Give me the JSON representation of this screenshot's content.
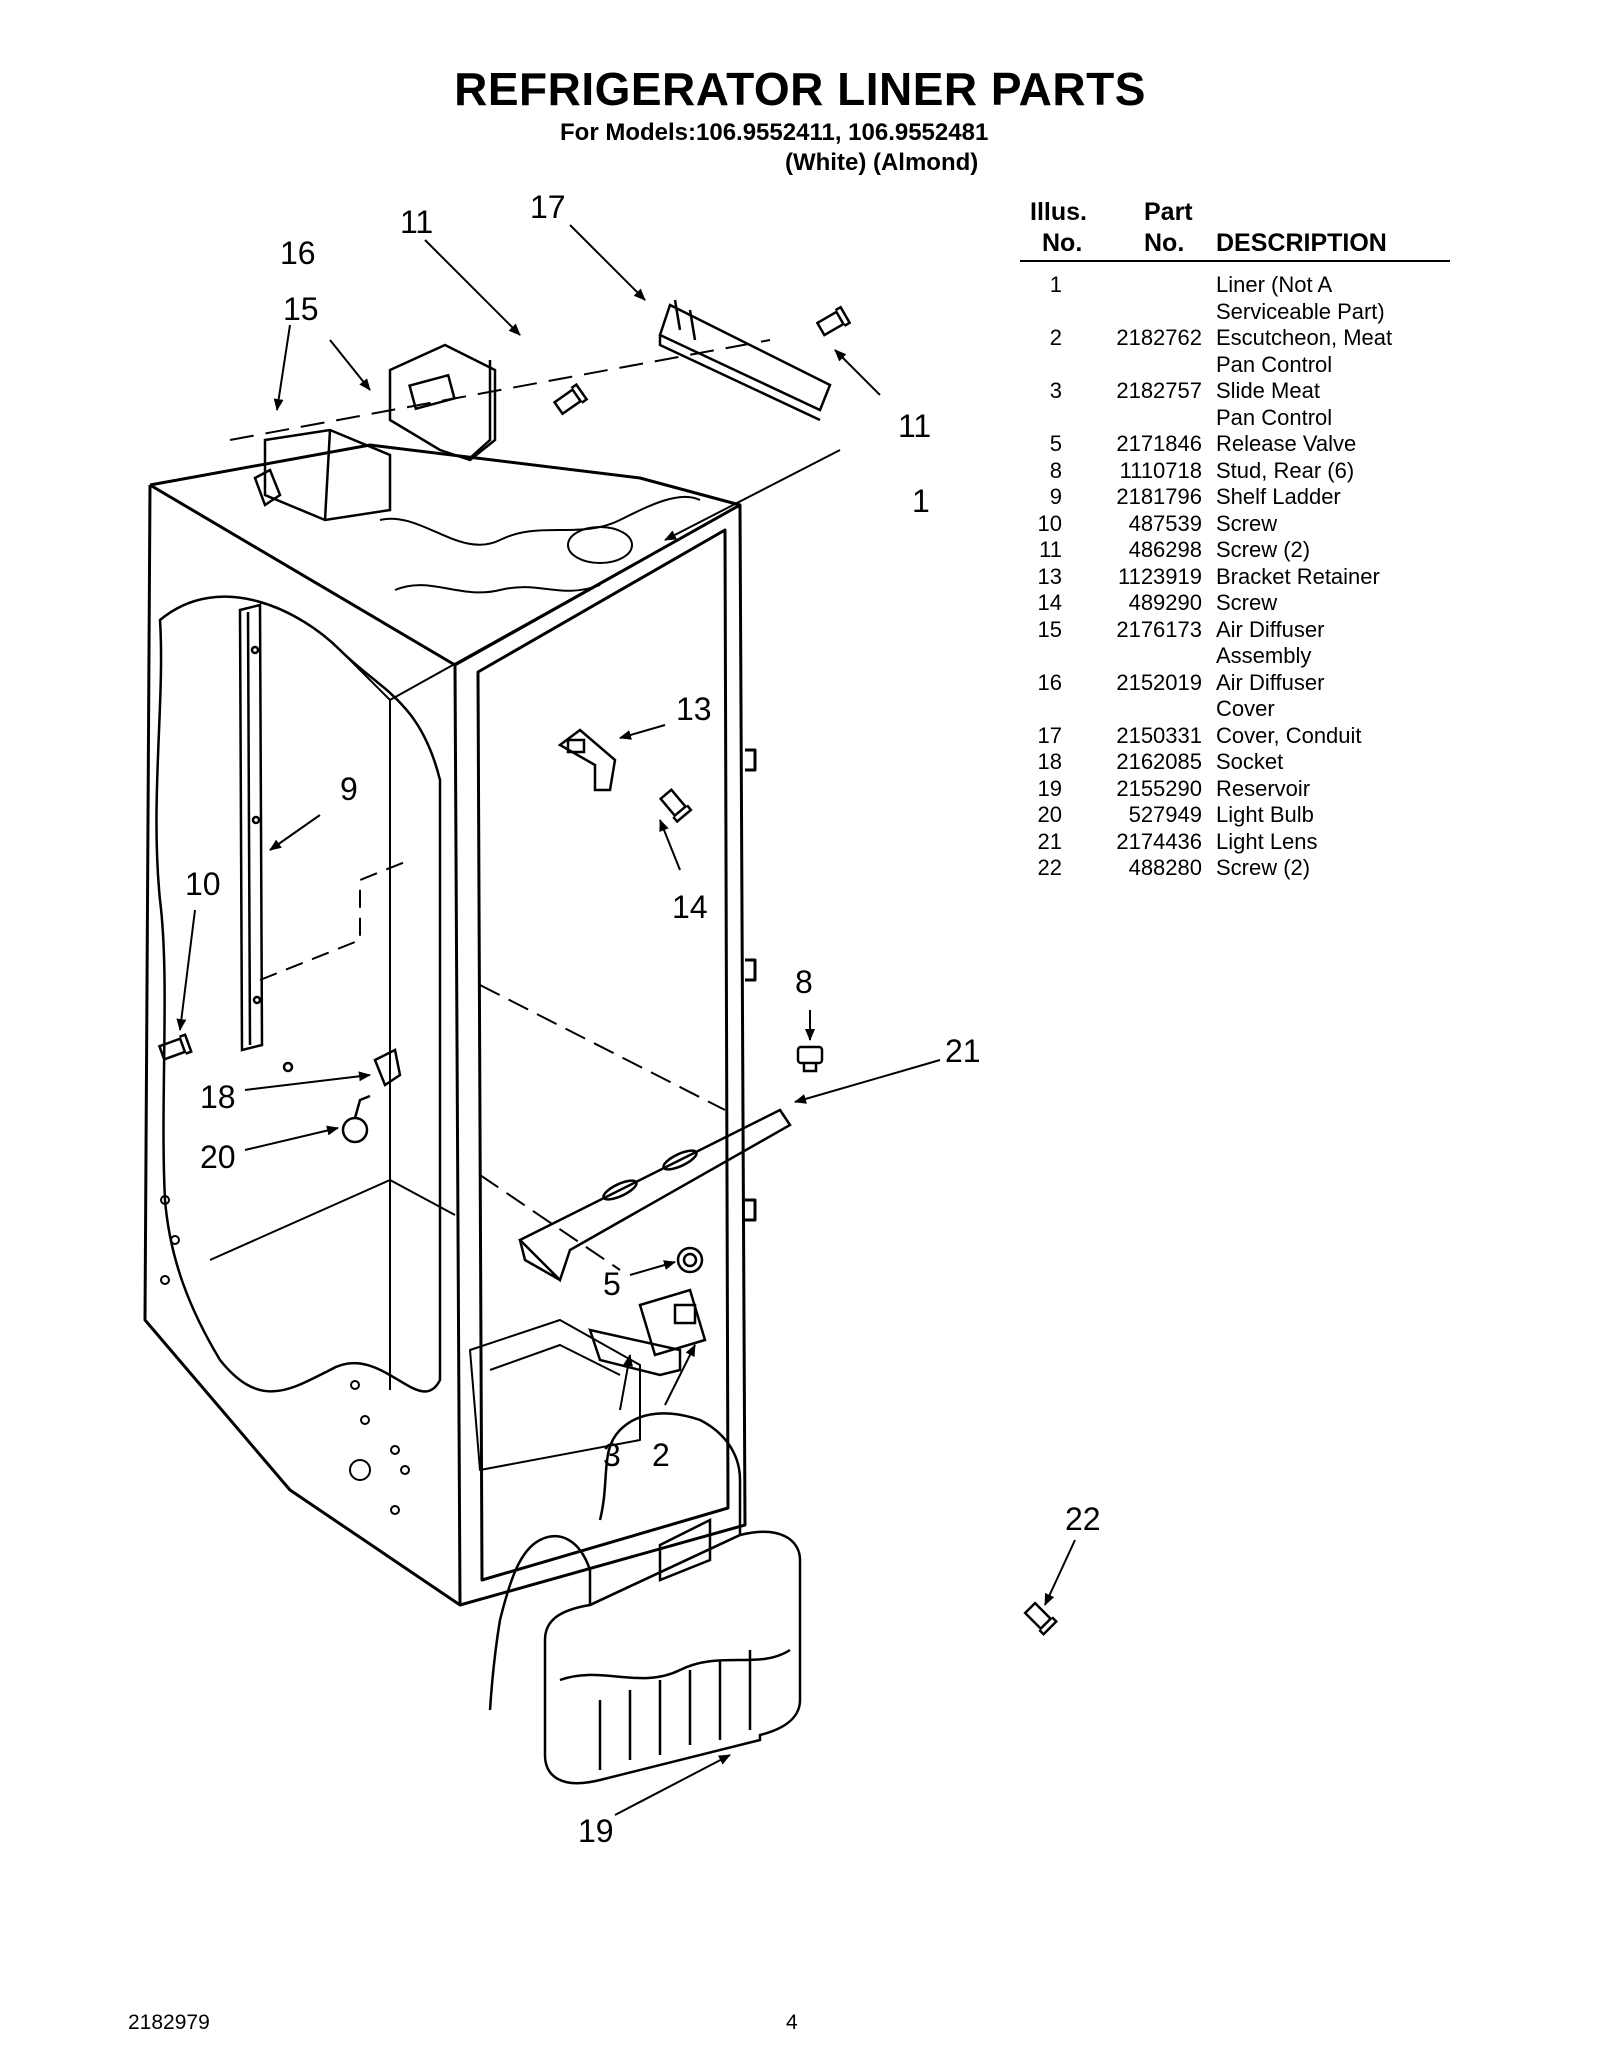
{
  "title": "REFRIGERATOR LINER PARTS",
  "models_line1": "For Models:106.9552411, 106.9552481",
  "models_line2": "(White)  (Almond)",
  "table": {
    "header": {
      "illus1": "Illus.",
      "illus2": "No.",
      "part1": "Part",
      "part2": "No.",
      "desc": "DESCRIPTION"
    },
    "rows": [
      {
        "illus": "1",
        "part": "",
        "desc": [
          "Liner (Not A",
          "Serviceable Part)"
        ]
      },
      {
        "illus": "2",
        "part": "2182762",
        "desc": [
          "Escutcheon, Meat",
          "Pan Control"
        ]
      },
      {
        "illus": "3",
        "part": "2182757",
        "desc": [
          "Slide Meat",
          "Pan Control"
        ]
      },
      {
        "illus": "5",
        "part": "2171846",
        "desc": [
          "Release Valve"
        ]
      },
      {
        "illus": "8",
        "part": "1110718",
        "desc": [
          "Stud, Rear (6)"
        ]
      },
      {
        "illus": "9",
        "part": "2181796",
        "desc": [
          "Shelf Ladder"
        ]
      },
      {
        "illus": "10",
        "part": "487539",
        "desc": [
          "Screw"
        ]
      },
      {
        "illus": "11",
        "part": "486298",
        "desc": [
          "Screw (2)"
        ]
      },
      {
        "illus": "13",
        "part": "1123919",
        "desc": [
          "Bracket Retainer"
        ]
      },
      {
        "illus": "14",
        "part": "489290",
        "desc": [
          "Screw"
        ]
      },
      {
        "illus": "15",
        "part": "2176173",
        "desc": [
          "Air Diffuser",
          "Assembly"
        ]
      },
      {
        "illus": "16",
        "part": "2152019",
        "desc": [
          "Air Diffuser",
          "Cover"
        ]
      },
      {
        "illus": "17",
        "part": "2150331",
        "desc": [
          "Cover, Conduit"
        ]
      },
      {
        "illus": "18",
        "part": "2162085",
        "desc": [
          "Socket"
        ]
      },
      {
        "illus": "19",
        "part": "2155290",
        "desc": [
          "Reservoir"
        ]
      },
      {
        "illus": "20",
        "part": "527949",
        "desc": [
          "Light Bulb"
        ]
      },
      {
        "illus": "21",
        "part": "2174436",
        "desc": [
          "Light Lens"
        ]
      },
      {
        "illus": "22",
        "part": "488280",
        "desc": [
          "Screw (2)"
        ]
      }
    ]
  },
  "callouts": {
    "c1": "1",
    "c2": "2",
    "c3": "3",
    "c5": "5",
    "c8": "8",
    "c9": "9",
    "c10": "10",
    "c11a": "11",
    "c11b": "11",
    "c13": "13",
    "c14": "14",
    "c15": "15",
    "c16": "16",
    "c17": "17",
    "c18": "18",
    "c19": "19",
    "c20": "20",
    "c21": "21",
    "c22": "22"
  },
  "footer": {
    "doc_number": "2182979",
    "page_number": "4"
  }
}
